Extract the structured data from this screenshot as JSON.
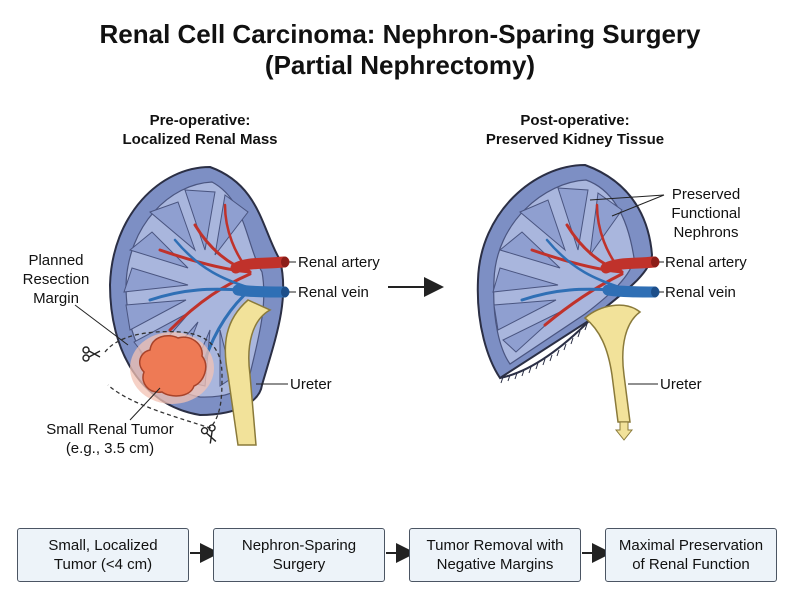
{
  "title": {
    "line1": "Renal Cell Carcinoma: Nephron-Sparing Surgery",
    "line2": "(Partial Nephrectomy)"
  },
  "pre_panel": {
    "heading_line1": "Pre-operative:",
    "heading_line2": "Localized Renal Mass",
    "labels": {
      "margin_l1": "Planned",
      "margin_l2": "Resection",
      "margin_l3": "Margin",
      "artery": "Renal artery",
      "vein": "Renal vein",
      "ureter": "Ureter",
      "tumor_l1": "Small Renal Tumor",
      "tumor_l2": "(e.g., 3.5 cm)"
    }
  },
  "post_panel": {
    "heading_line1": "Post-operative:",
    "heading_line2": "Preserved Kidney Tissue",
    "labels": {
      "nephrons_l1": "Preserved",
      "nephrons_l2": "Functional",
      "nephrons_l3": "Nephrons",
      "artery": "Renal artery",
      "vein": "Renal vein",
      "ureter": "Ureter"
    }
  },
  "flow_steps": [
    {
      "line1": "Small, Localized",
      "line2": "Tumor (<4 cm)"
    },
    {
      "line1": "Nephron-Sparing",
      "line2": "Surgery"
    },
    {
      "line1": "Tumor Removal with",
      "line2": "Negative Margins"
    },
    {
      "line1": "Maximal Preservation",
      "line2": "of Renal Function"
    }
  ],
  "colors": {
    "cortex": "#7d8fc4",
    "medulla": "#a9b6dd",
    "pyramid": "#8f9fd0",
    "artery": "#c0322b",
    "vein": "#2f6fb5",
    "ureter": "#f2e29a",
    "tumor": "#ee7a55",
    "flow_box": "#edf3f9"
  }
}
